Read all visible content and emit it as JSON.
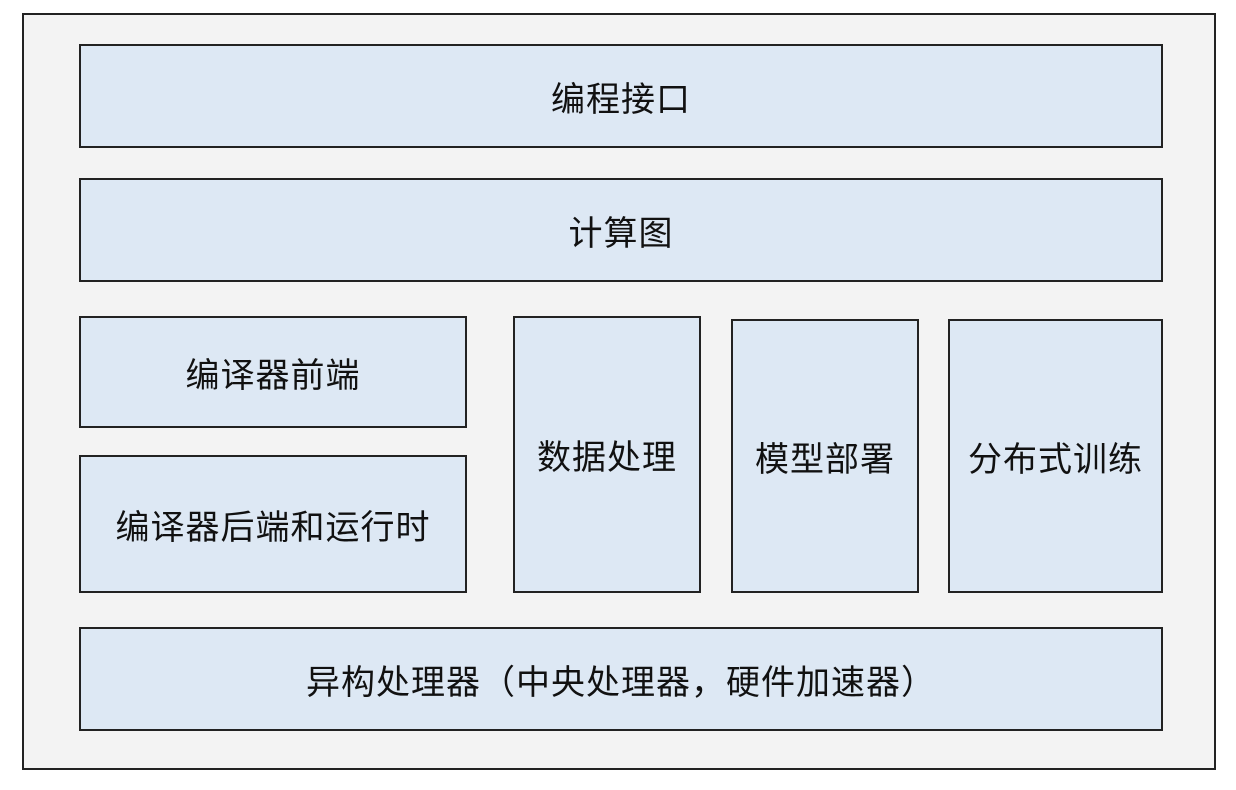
{
  "layers": {
    "programming_interface": "编程接口",
    "computation_graph": "计算图",
    "compiler_frontend": "编译器前端",
    "compiler_backend_runtime": "编译器后端和运行时",
    "data_processing": "数据处理",
    "model_deployment": "模型部署",
    "distributed_training": "分布式训练",
    "heterogeneous_processors": "异构处理器（中央处理器，硬件加速器）"
  },
  "colors": {
    "box_fill": "#dde8f4",
    "border": "#222222",
    "frame_fill": "#f3f3f3"
  }
}
